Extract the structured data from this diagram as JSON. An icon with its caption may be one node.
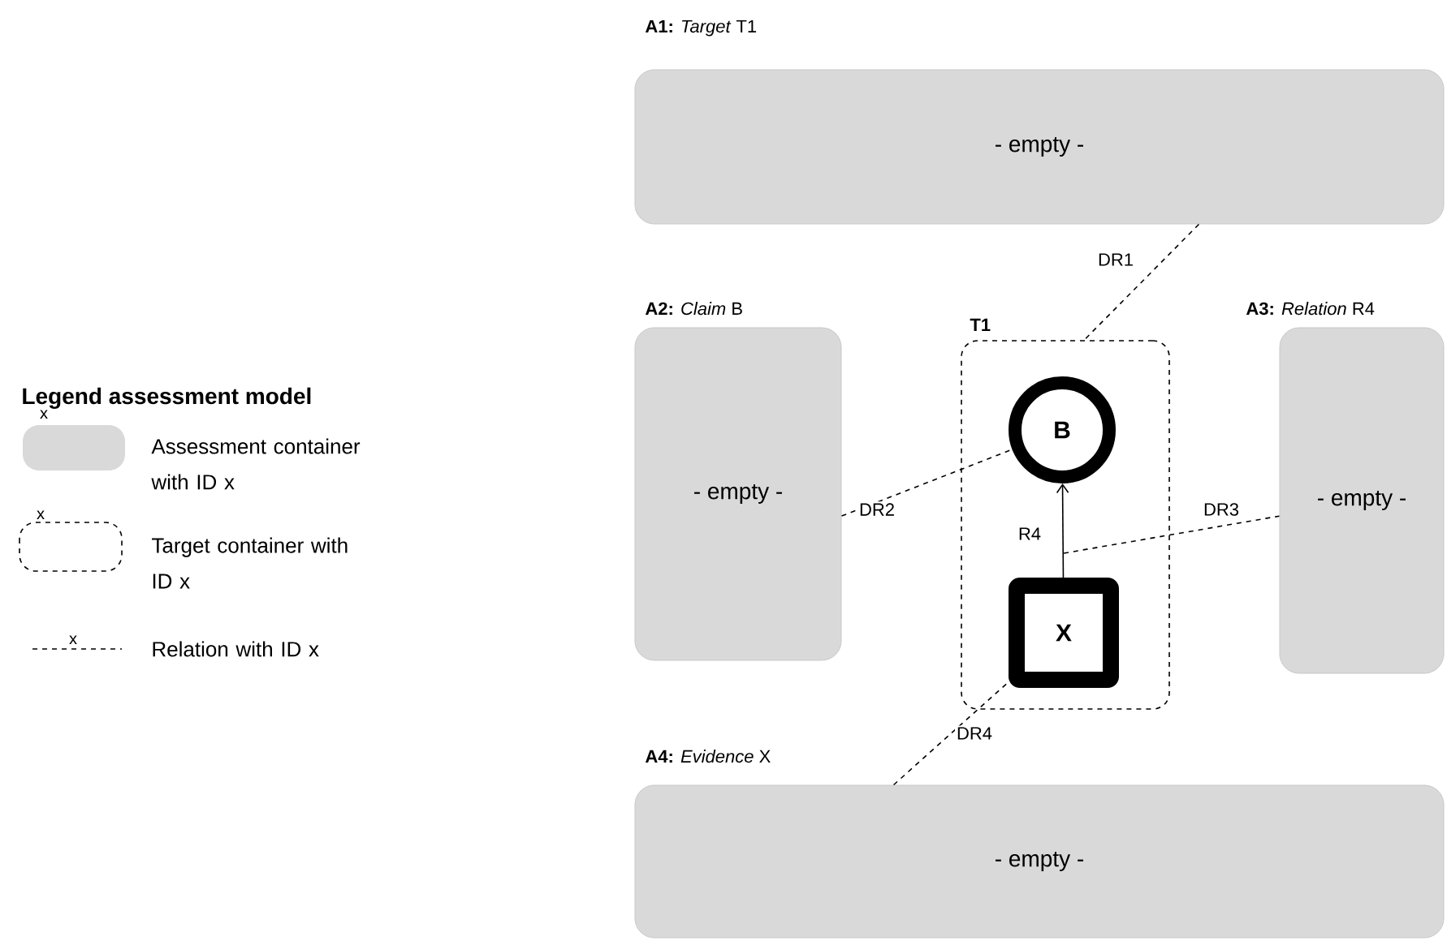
{
  "diagram": {
    "nodes": [
      {
        "text": [
          "**A1:** *Target* T1",
          "- empty -"
        ]
      },
      {
        "text": [
          "**A2:** *Claim* B",
          "- empty -"
        ]
      },
      {
        "text": [
          "T1"
        ]
      },
      {
        "text": [
          "B"
        ],
        "in": 2
      },
      {
        "text": [
          "X"
        ],
        "in": 2
      },
      {
        "text": [
          "**A3:** *Relation* R4",
          "- empty -"
        ]
      },
      {
        "text": [
          "**A4:** *Evidence* X",
          "- empty -"
        ]
      }
    ],
    "edges": [
      {
        "from": 0,
        "to": 2,
        "arrow": "none",
        "label": "DR1",
        "style": "dashed"
      },
      {
        "from": 1,
        "to": 3,
        "arrow": "none",
        "label": "DR2",
        "style": "dashed"
      },
      {
        "from": 4,
        "to": 3,
        "arrow": "to",
        "label": "R4"
      },
      {
        "from": null,
        "to": 5,
        "arrow": "none",
        "label": "DR3",
        "style": "dashed"
      },
      {
        "from": 6,
        "to": 4,
        "arrow": "none",
        "label": "DR4",
        "style": "dashed"
      }
    ],
    "labels": [
      "Legend assessment model",
      "x",
      "x",
      "x"
    ],
    "legend": [
      {
        "text": "Assessment container with ID x",
        "color": "#d9d9d9"
      },
      {
        "text": "Target container with ID x"
      },
      {
        "text": "Relation with ID x"
      }
    ]
  }
}
